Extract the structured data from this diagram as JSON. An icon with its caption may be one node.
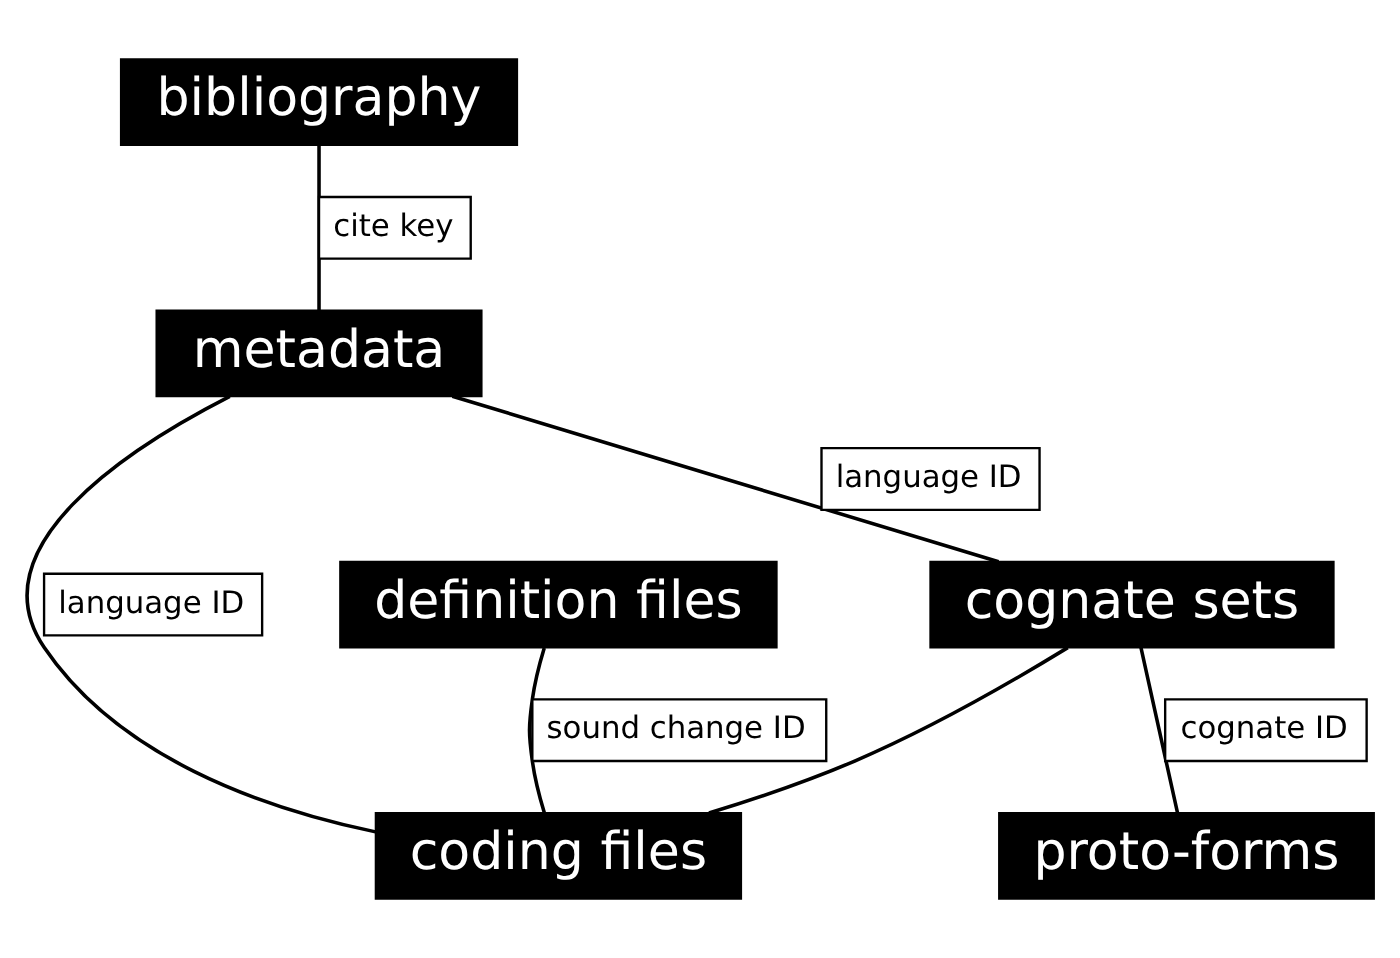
{
  "diagram": {
    "nodes": [
      {
        "text": [
          "bibliography"
        ]
      },
      {
        "text": [
          "metadata"
        ]
      },
      {
        "text": [
          "definition files"
        ]
      },
      {
        "text": [
          "coding files"
        ]
      },
      {
        "text": [
          "cognate sets"
        ]
      },
      {
        "text": [
          "proto-forms"
        ]
      }
    ],
    "edges": [
      {
        "from": 0,
        "to": 1,
        "arrow": "none",
        "label": "cite key"
      },
      {
        "from": 1,
        "to": 4,
        "arrow": "none",
        "label": "language ID"
      },
      {
        "from": 1,
        "to": 3,
        "arrow": "none",
        "label": "language ID"
      },
      {
        "from": 2,
        "to": 3,
        "arrow": "none",
        "label": "sound change ID"
      },
      {
        "from": 4,
        "to": 3,
        "arrow": "none"
      },
      {
        "from": 4,
        "to": 5,
        "arrow": "none",
        "label": "cognate ID"
      }
    ]
  }
}
